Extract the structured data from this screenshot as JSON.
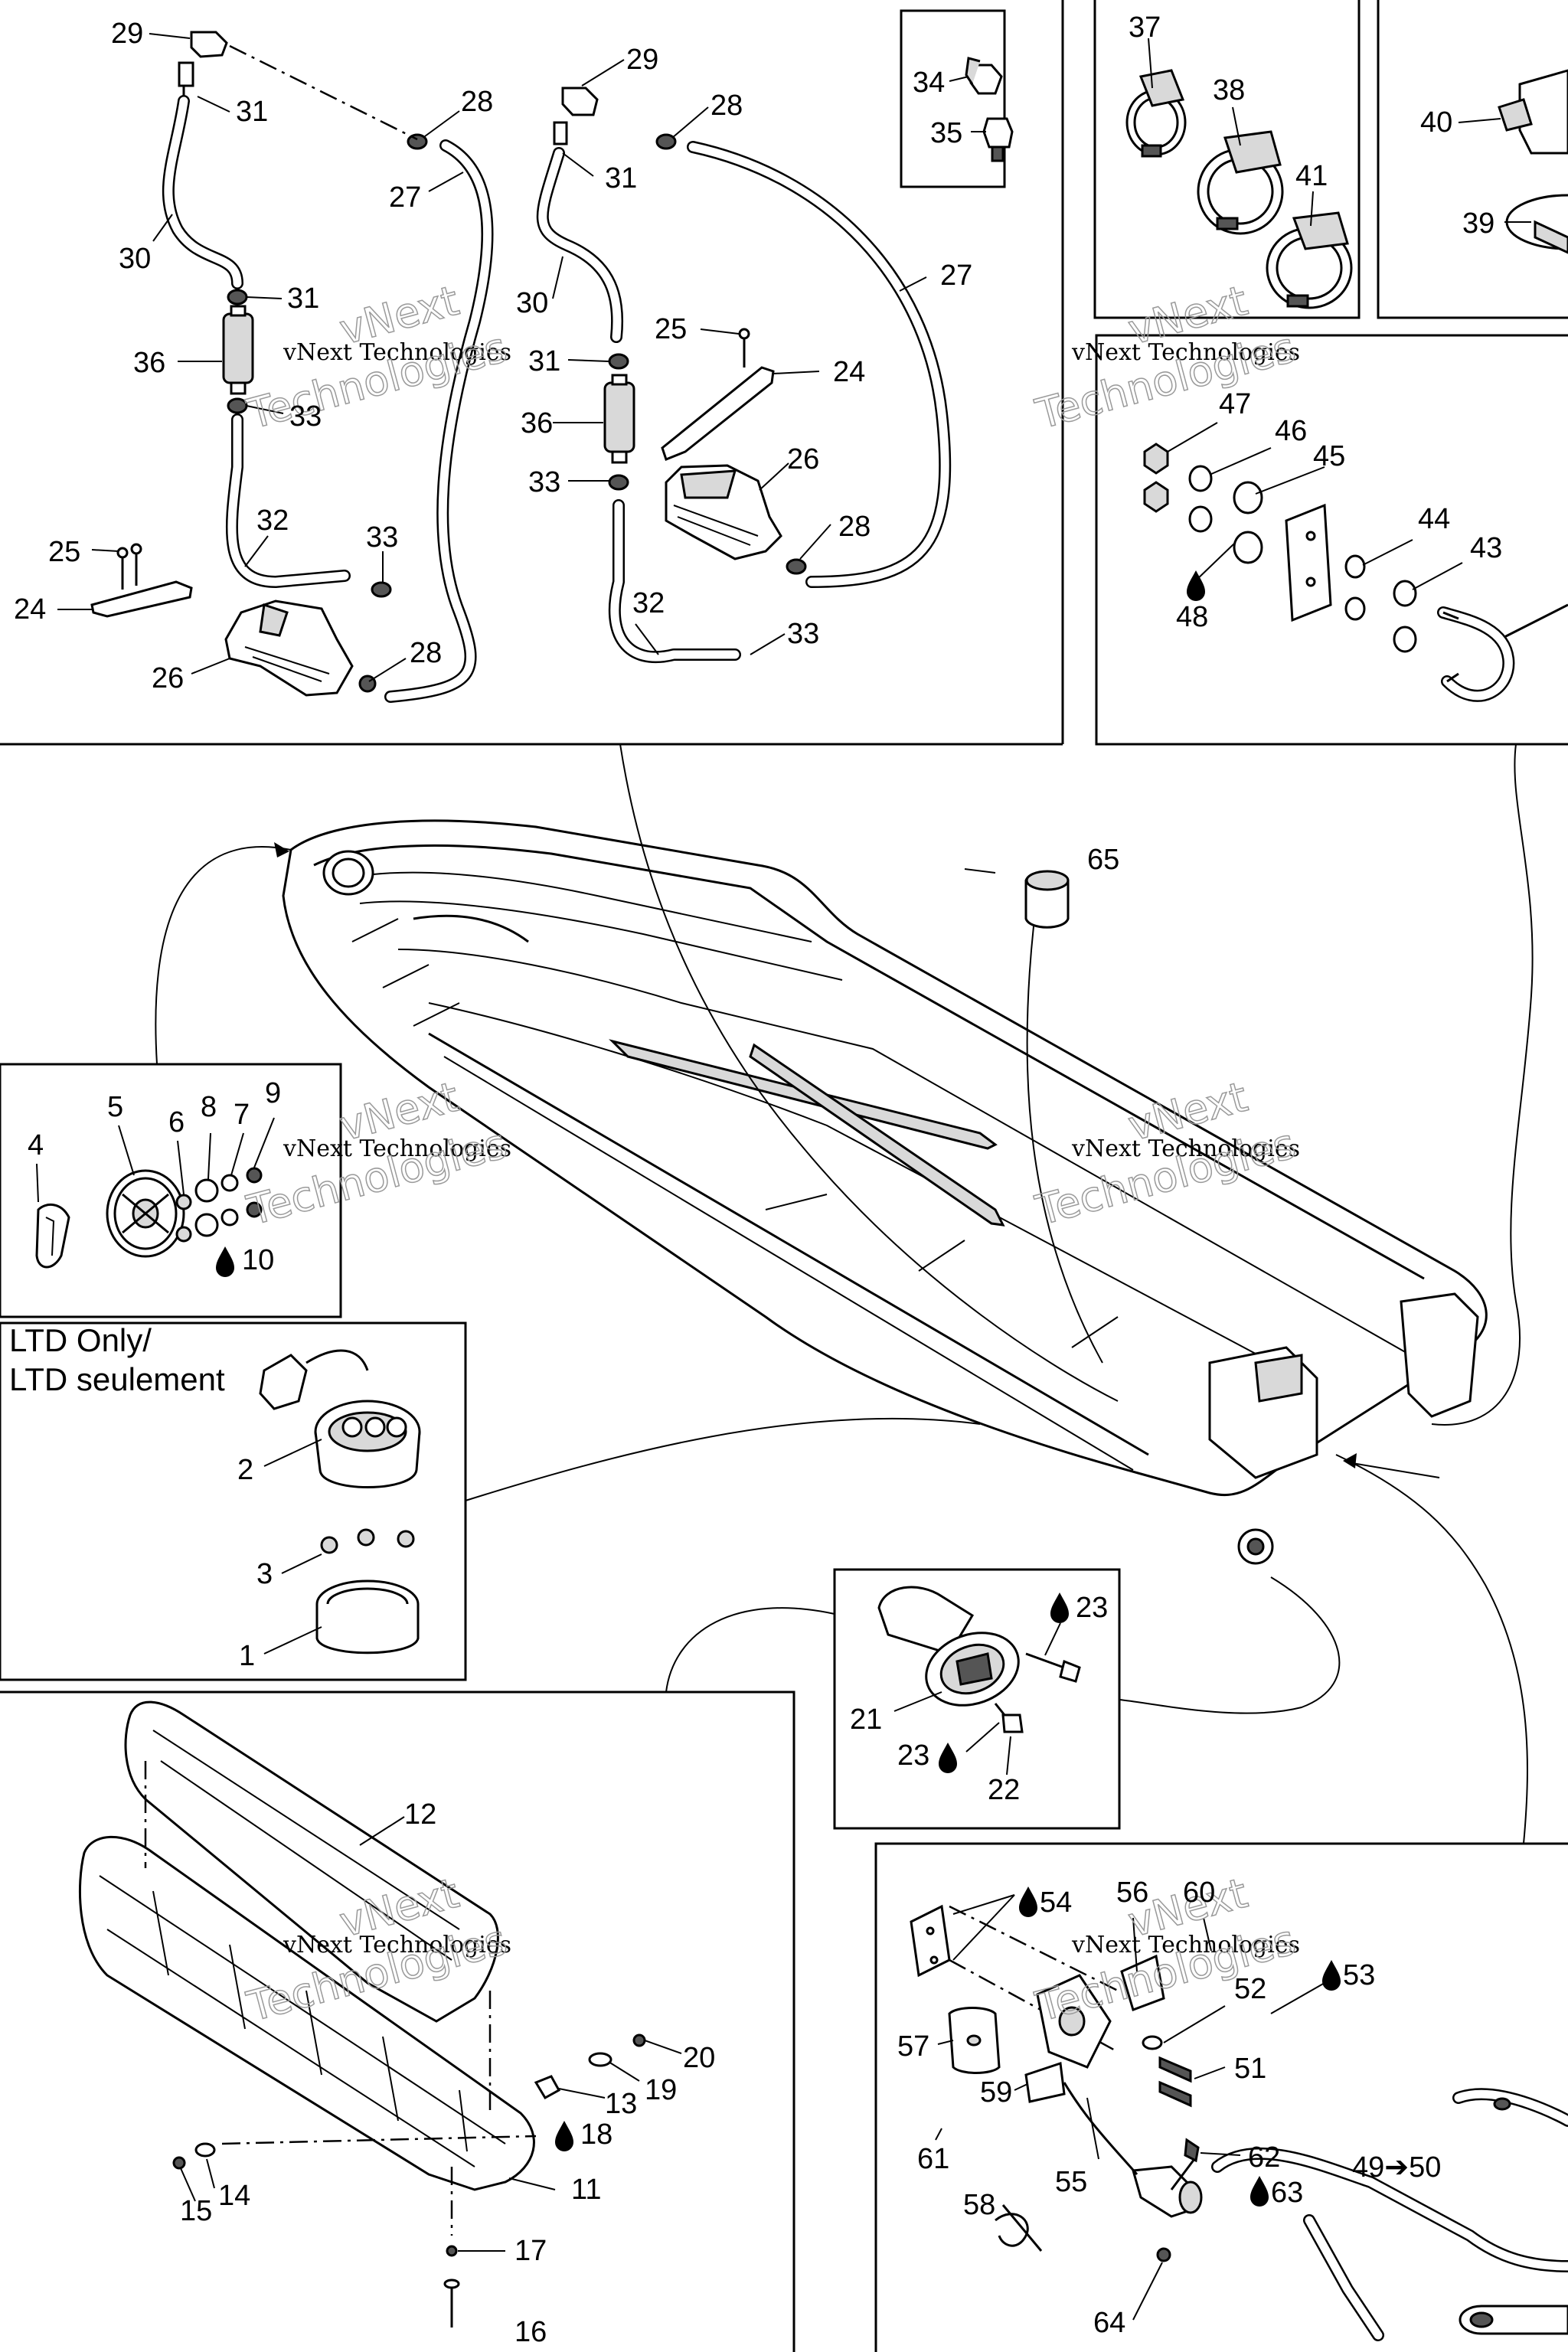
{
  "diagram": {
    "callouts": [
      {
        "id": "c29a",
        "text": "29"
      },
      {
        "id": "c28a",
        "text": "28"
      },
      {
        "id": "c31a",
        "text": "31"
      },
      {
        "id": "c27a",
        "text": "27"
      },
      {
        "id": "c30a",
        "text": "30"
      },
      {
        "id": "c31b",
        "text": "31"
      },
      {
        "id": "c36a",
        "text": "36"
      },
      {
        "id": "c33a",
        "text": "33"
      },
      {
        "id": "c32a",
        "text": "32"
      },
      {
        "id": "c33b",
        "text": "33"
      },
      {
        "id": "c25a",
        "text": "25"
      },
      {
        "id": "c24a",
        "text": "24"
      },
      {
        "id": "c26a",
        "text": "26"
      },
      {
        "id": "c28b",
        "text": "28"
      },
      {
        "id": "c29b",
        "text": "29"
      },
      {
        "id": "c28c",
        "text": "28"
      },
      {
        "id": "c31c",
        "text": "31"
      },
      {
        "id": "c27b",
        "text": "27"
      },
      {
        "id": "c30b",
        "text": "30"
      },
      {
        "id": "c25b",
        "text": "25"
      },
      {
        "id": "c31d",
        "text": "31"
      },
      {
        "id": "c24b",
        "text": "24"
      },
      {
        "id": "c36b",
        "text": "36"
      },
      {
        "id": "c26b",
        "text": "26"
      },
      {
        "id": "c33c",
        "text": "33"
      },
      {
        "id": "c28d",
        "text": "28"
      },
      {
        "id": "c32b",
        "text": "32"
      },
      {
        "id": "c33d",
        "text": "33"
      },
      {
        "id": "c34",
        "text": "34"
      },
      {
        "id": "c35",
        "text": "35"
      },
      {
        "id": "c37",
        "text": "37"
      },
      {
        "id": "c38",
        "text": "38"
      },
      {
        "id": "c41",
        "text": "41"
      },
      {
        "id": "c40",
        "text": "40"
      },
      {
        "id": "c39",
        "text": "39"
      },
      {
        "id": "c47",
        "text": "47"
      },
      {
        "id": "c46",
        "text": "46"
      },
      {
        "id": "c45",
        "text": "45"
      },
      {
        "id": "c44",
        "text": "44"
      },
      {
        "id": "c43",
        "text": "43"
      },
      {
        "id": "c48",
        "text": "48"
      },
      {
        "id": "c65",
        "text": "65"
      },
      {
        "id": "c4",
        "text": "4"
      },
      {
        "id": "c5",
        "text": "5"
      },
      {
        "id": "c6",
        "text": "6"
      },
      {
        "id": "c8",
        "text": "8"
      },
      {
        "id": "c7",
        "text": "7"
      },
      {
        "id": "c9",
        "text": "9"
      },
      {
        "id": "c10",
        "text": "10"
      },
      {
        "id": "c2",
        "text": "2"
      },
      {
        "id": "c3",
        "text": "3"
      },
      {
        "id": "c1",
        "text": "1"
      },
      {
        "id": "c23a",
        "text": "23"
      },
      {
        "id": "c21",
        "text": "21"
      },
      {
        "id": "c23b",
        "text": "23"
      },
      {
        "id": "c22",
        "text": "22"
      },
      {
        "id": "c12",
        "text": "12"
      },
      {
        "id": "c20",
        "text": "20"
      },
      {
        "id": "c19",
        "text": "19"
      },
      {
        "id": "c13",
        "text": "13"
      },
      {
        "id": "c18",
        "text": "18"
      },
      {
        "id": "c14",
        "text": "14"
      },
      {
        "id": "c15",
        "text": "15"
      },
      {
        "id": "c11",
        "text": "11"
      },
      {
        "id": "c17",
        "text": "17"
      },
      {
        "id": "c16",
        "text": "16"
      },
      {
        "id": "c54",
        "text": "54"
      },
      {
        "id": "c56",
        "text": "56"
      },
      {
        "id": "c60",
        "text": "60"
      },
      {
        "id": "c53",
        "text": "53"
      },
      {
        "id": "c52",
        "text": "52"
      },
      {
        "id": "c57",
        "text": "57"
      },
      {
        "id": "c51",
        "text": "51"
      },
      {
        "id": "c59",
        "text": "59"
      },
      {
        "id": "c61",
        "text": "61"
      },
      {
        "id": "c62",
        "text": "62"
      },
      {
        "id": "c55",
        "text": "55"
      },
      {
        "id": "c63",
        "text": "63"
      },
      {
        "id": "c49",
        "text": "49➔50"
      },
      {
        "id": "c58",
        "text": "58"
      },
      {
        "id": "c64",
        "text": "64"
      }
    ],
    "notes": {
      "ltd_line1": "LTD Only/",
      "ltd_line2": "LTD seulement"
    },
    "watermark": {
      "brand": "vNext Technologies",
      "word1": "vNext",
      "word2": "Technologies"
    },
    "icons": [
      "sealant-drop-icon"
    ]
  }
}
